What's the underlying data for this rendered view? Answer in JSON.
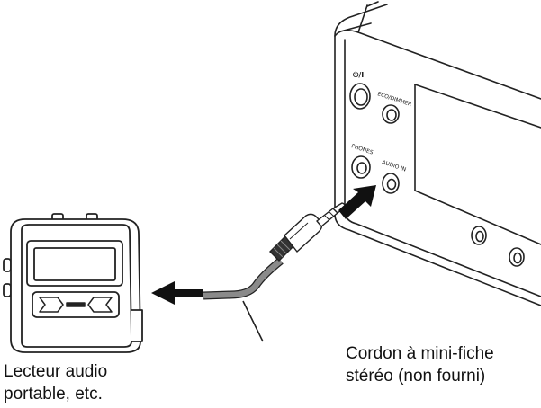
{
  "device": {
    "power_label": "⏻/I",
    "eco_label": "ECO/DIMMER",
    "phones_label": "PHONES",
    "audio_in_label": "AUDIO IN"
  },
  "captions": {
    "cable_line1": "Cordon à mini-fiche",
    "cable_line2": "stéréo (non fourni)",
    "player_line1": "Lecteur audio",
    "player_line2": "portable, etc."
  },
  "colors": {
    "line": "#222222",
    "cable": "#888888",
    "arrow": "#111111"
  }
}
